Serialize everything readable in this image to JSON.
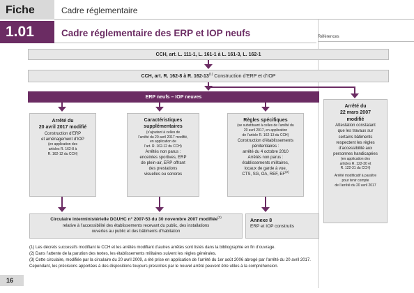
{
  "header": {
    "fiche_label": "Fiche",
    "rubrique": "Cadre réglementaire",
    "number": "1.01",
    "title": "Cadre réglementaire des ERP et IOP neufs",
    "references_label": "Références"
  },
  "diagram": {
    "cch_top": "CCH, art. L. 111-1, L. 161-1 à L. 161-3, L. 162-1",
    "cch_r": "CCH, art. R. 162-8 à R. 162-13",
    "cch_r_sup": "(1)",
    "cch_r_suffix": " Construction d’ERP et d’IOP",
    "erp_iop": "ERP neufs – IOP neuves",
    "box1": {
      "title1": "Arrêté du",
      "title2": "20 avril 2017 modifié",
      "body1": "Construction d’ERP",
      "body2": "et aménagement d’IOP",
      "small1": "(en application des",
      "small2": "articles R. 162-8 à",
      "small3": "R. 162-12 du CCH)"
    },
    "box2": {
      "title1": "Caractéristiques",
      "title2": "supplémentaires",
      "small1": "(s’ajoutant à celles de",
      "small2": "l’arrêté du 20 avril 2017 modifié,",
      "small3": "en application de",
      "small4": "l’art. R. 162-12 du CCH)",
      "body1": "Arrêtés non parus :",
      "body2": "enceintes sportives, ERP",
      "body3": "de plein-air, ERP offrant",
      "body4": "des prestations",
      "body5": "visuelles ou sonores"
    },
    "box3": {
      "title1": "Règles spécifiques",
      "small1": "(se substituant à celles de l’arrêté du",
      "small2": "20 avril 2017, en application",
      "small3": "de l’article R. 162-13 du CCH)",
      "body1": "Construction d’établissements",
      "body2": "pénitentiaires :",
      "body3": "arrêté du 4 octobre 2010",
      "body4": "Arrêtés non parus :",
      "body5": "établissements militaires,",
      "body6": "locaux de garde à vue,",
      "body7": "CTS, SG, OA, REF, EF",
      "body7_sup": "(2)"
    },
    "box4": {
      "title1": "Arrêté du",
      "title2": "22 mars 2007",
      "title3": "modifié",
      "body1": "Attestation constatant",
      "body2": "que les travaux sur",
      "body3": "certains bâtiments",
      "body4": "respectent les règles",
      "body5": "d’accessibilité aux",
      "body6": "personnes handicapées",
      "small1": "(en application des",
      "small2": "articles R. 122-30 et",
      "small3": "R. 122-31 du CCH)",
      "note1": "Arrêté modificatif à paraître",
      "note2": "pour tenir compte",
      "note3": "de l’arrêté du 20 avril 2017"
    },
    "circulaire": {
      "title": "Circulaire interministérielle DGUHC n° 2007-53 du 30 novembre 2007 modifiée",
      "title_sup": "(3)",
      "line2": "relative à l’accessibilité des établissements recevant du public, des installations",
      "line3": "ouvertes au public et des bâtiments d’habitation"
    },
    "annexe": {
      "title": "Annexe 8",
      "body": "ERP et IOP construits"
    }
  },
  "footnotes": [
    "(1) Les décrets successifs modifiant le CCH et les arrêtés modifiant d’autres arrêtés sont listés dans la bibliographie en fin d’ouvrage.",
    "(2) Dans l’attente de la parution des textes, les établissements militaires suivent les règles générales.",
    "(3) Cette circulaire, modifiée par la circulaire du 20 avril 2009, a été prise en application de l’arrêté du 1er août 2006 abrogé par l’arrêté du 20 avril 2017.",
    "Cependant, les précisions apportées à des dispositions toujours prescrites par le nouvel arrêté peuvent être utiles à la compréhension."
  ],
  "page_number": "16",
  "colors": {
    "accent": "#6b2c63",
    "box_fill": "#e7e7e7",
    "header_grey": "#d9d9d9"
  }
}
